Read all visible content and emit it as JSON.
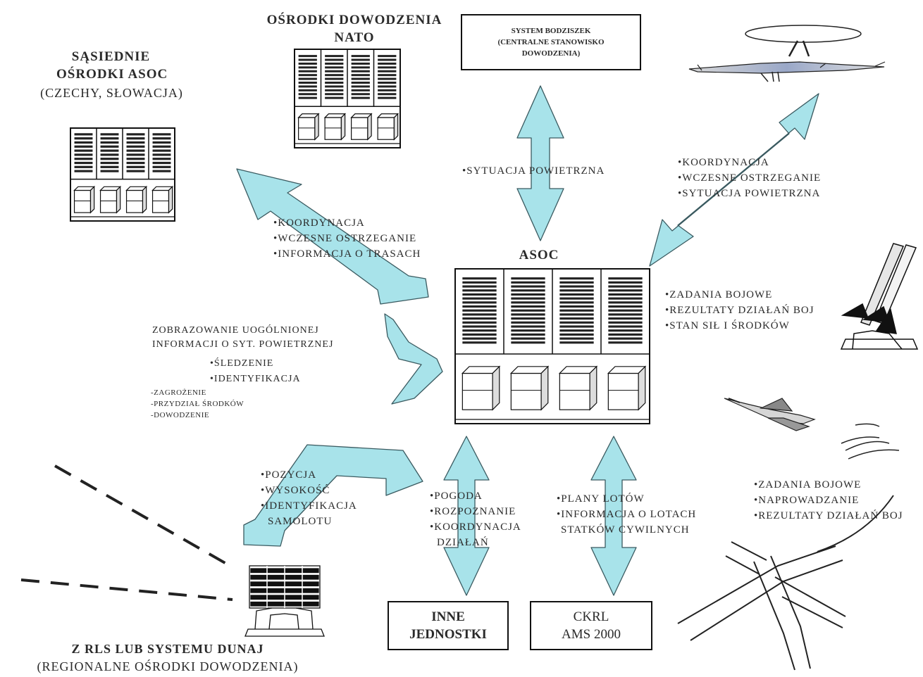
{
  "neighbors": {
    "title_lines": [
      "SĄSIEDNIE",
      "OŚRODKI ASOC"
    ],
    "subtitle": "(CZECHY, SŁOWACJA)"
  },
  "nato": {
    "title_lines": [
      "OŚRODKI DOWODZENIA",
      "NATO"
    ]
  },
  "central": {
    "lines": [
      "SYSTEM BODZISZEK",
      "(CENTRALNE STANOWISKO",
      "DOWODZENIA)"
    ]
  },
  "asoc": {
    "title": "ASOC"
  },
  "flows": {
    "neighbors": [
      "•KOORDYNACJA",
      "•WCZESNE OSTRZEGANIE",
      "•INFORMACJA O TRASACH"
    ],
    "central": [
      "•SYTUACJA POWIETRZNA"
    ],
    "awacs": [
      "•KOORDYNACJA",
      "•WCZESNE OSTRZEGANIE",
      "•SYTUACJA POWIETRZNA"
    ],
    "missiles": [
      "•ZADANIA BOJOWE",
      "•REZULTATY DZIAŁAŃ BOJ",
      "•STAN SIŁ I ŚRODKÓW"
    ],
    "display": {
      "heading": [
        "ZOBRAZOWANIE UOGÓLNIONEJ",
        "INFORMACJI O SYT. POWIETRZNEJ"
      ],
      "bullets": [
        "•ŚLEDZENIE",
        "•IDENTYFIKACJA"
      ],
      "dashes": [
        "-ZAGROŻENIE",
        "-PRZYDZIAŁ ŚRODKÓW",
        "-DOWODZENIE"
      ]
    },
    "radar": [
      "•POZYCJA",
      "•WYSOKOŚĆ",
      "•IDENTYFIKACJA",
      "SAMOLOTU"
    ],
    "units": [
      "•POGODA",
      "•ROZPOZNANIE",
      "•KOORDYNACJA",
      "DZIAŁAŃ"
    ],
    "ckrl": [
      "•PLANY LOTÓW",
      "•INFORMACJA O LOTACH",
      "STATKÓW CYWILNYCH"
    ],
    "fighters": [
      "•ZADANIA BOJOWE",
      "•NAPROWADZANIE",
      "•REZULTATY DZIAŁAŃ BOJ"
    ]
  },
  "boxes": {
    "units": [
      "INNE",
      "JEDNOSTKI"
    ],
    "ckrl": [
      "CKRL",
      "AMS 2000"
    ]
  },
  "radar_source": {
    "lines": [
      "Z RLS LUB SYSTEMU DUNAJ",
      "(REGIONALNE OŚRODKI DOWODZENIA)"
    ]
  },
  "colors": {
    "arrow_fill": "#a8e3ea",
    "arrow_stroke": "#3a5a60",
    "ink": "#111111"
  },
  "icons": [
    "server-rack-icon",
    "awacs-aircraft-icon",
    "missile-launcher-icon",
    "fighter-jet-icon",
    "radar-antenna-icon",
    "radar-waves-icon",
    "airfield-runway-icon"
  ]
}
